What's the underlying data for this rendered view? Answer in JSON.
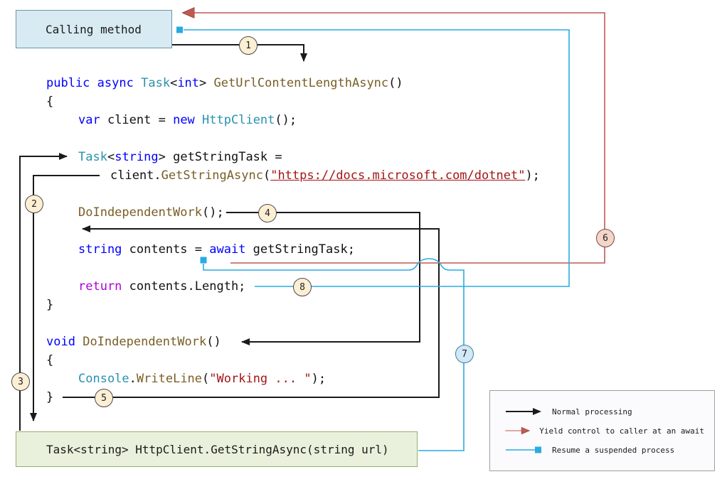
{
  "boxes": {
    "calling": "Calling method",
    "callee": "Task<string> HttpClient.GetStringAsync(string url)"
  },
  "code": {
    "lines": [
      {
        "tokens": [
          {
            "c": "kw",
            "t": "public"
          },
          {
            "c": "pl",
            "t": " "
          },
          {
            "c": "kw",
            "t": "async"
          },
          {
            "c": "pl",
            "t": " "
          },
          {
            "c": "ty",
            "t": "Task"
          },
          {
            "c": "pl",
            "t": "<"
          },
          {
            "c": "kw",
            "t": "int"
          },
          {
            "c": "pl",
            "t": "> "
          },
          {
            "c": "me",
            "t": "GetUrlContentLengthAsync"
          },
          {
            "c": "pl",
            "t": "()"
          }
        ]
      },
      {
        "tokens": [
          {
            "c": "pl",
            "t": "{"
          }
        ]
      },
      {
        "tokens": [
          {
            "c": "kw",
            "t": "var"
          },
          {
            "c": "pl",
            "t": " client = "
          },
          {
            "c": "kw",
            "t": "new"
          },
          {
            "c": "pl",
            "t": " "
          },
          {
            "c": "ty",
            "t": "HttpClient"
          },
          {
            "c": "pl",
            "t": "();"
          }
        ]
      },
      {
        "tokens": [
          {
            "c": "ty",
            "t": "Task"
          },
          {
            "c": "pl",
            "t": "<"
          },
          {
            "c": "kw",
            "t": "string"
          },
          {
            "c": "pl",
            "t": "> getStringTask ="
          }
        ]
      },
      {
        "tokens": [
          {
            "c": "pl",
            "t": "client."
          },
          {
            "c": "me",
            "t": "GetStringAsync"
          },
          {
            "c": "pl",
            "t": "("
          },
          {
            "c": "lk",
            "t": "\"https://docs.microsoft.com/dotnet\""
          },
          {
            "c": "pl",
            "t": ");"
          }
        ]
      },
      {
        "tokens": [
          {
            "c": "me",
            "t": "DoIndependentWork"
          },
          {
            "c": "pl",
            "t": "();"
          }
        ]
      },
      {
        "tokens": [
          {
            "c": "kw",
            "t": "string"
          },
          {
            "c": "pl",
            "t": " contents = "
          },
          {
            "c": "kw",
            "t": "await"
          },
          {
            "c": "pl",
            "t": " getStringTask;"
          }
        ]
      },
      {
        "tokens": [
          {
            "c": "ct",
            "t": "return"
          },
          {
            "c": "pl",
            "t": " contents.Length;"
          }
        ]
      },
      {
        "tokens": [
          {
            "c": "pl",
            "t": "}"
          }
        ]
      },
      {
        "tokens": [
          {
            "c": "kw",
            "t": "void"
          },
          {
            "c": "pl",
            "t": " "
          },
          {
            "c": "me",
            "t": "DoIndependentWork"
          },
          {
            "c": "pl",
            "t": "()"
          }
        ]
      },
      {
        "tokens": [
          {
            "c": "pl",
            "t": "{"
          }
        ]
      },
      {
        "tokens": [
          {
            "c": "ty",
            "t": "Console"
          },
          {
            "c": "pl",
            "t": "."
          },
          {
            "c": "me",
            "t": "WriteLine"
          },
          {
            "c": "pl",
            "t": "("
          },
          {
            "c": "st",
            "t": "\"Working ... \""
          },
          {
            "c": "pl",
            "t": ");"
          }
        ]
      },
      {
        "tokens": [
          {
            "c": "pl",
            "t": "}"
          }
        ]
      }
    ]
  },
  "steps": [
    "1",
    "2",
    "3",
    "4",
    "5",
    "6",
    "7",
    "8"
  ],
  "legend": {
    "items": [
      {
        "label": "Normal processing"
      },
      {
        "label": "Yield control to caller at an await"
      },
      {
        "label": "Resume a suspended process"
      }
    ]
  },
  "colors": {
    "normal": "#1a1a1a",
    "yield": "#bf5a52",
    "resume": "#29abe2"
  }
}
